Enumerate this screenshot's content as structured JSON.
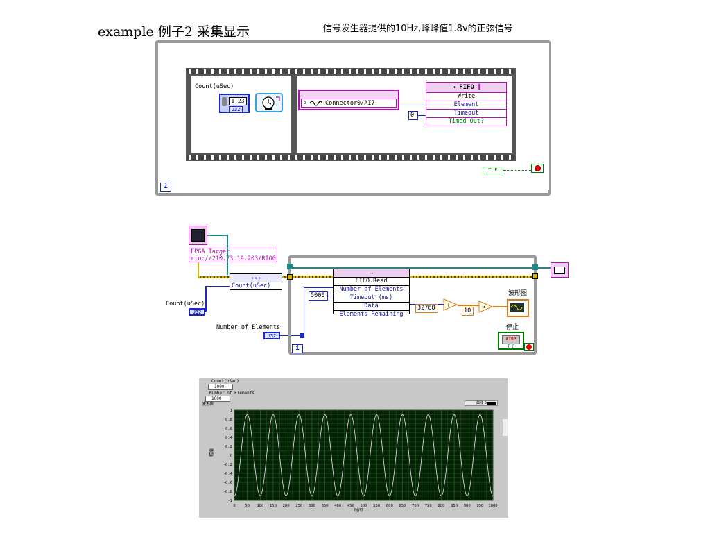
{
  "header": {
    "title": "example 例子2 采集显示",
    "subtitle": "信号发生器提供的10Hz,峰峰值1.8v的正弦信号"
  },
  "fpga_vi": {
    "count_label": "Count(uSec)",
    "numeric_value": "1.23",
    "u32": "U32",
    "io_node": "Connector0/AI7",
    "fifo_title": "FIFO",
    "fifo_rows": [
      "Write",
      "Element",
      "Timeout",
      "Timed Out?"
    ],
    "timeout_const": "0",
    "bool_const": "T F",
    "iter_label": "i"
  },
  "host_vi": {
    "fpga_target_label": "FPGA Target",
    "rio_address": "rio://210.73.19.203/RIO0",
    "count_label": "Count(uSec)",
    "count_port": "Count(uSec)",
    "u32": "U32",
    "number_of_elements_label": "Number of Elements",
    "fifo_read_rows": [
      "FIFO.Read",
      "Number of Elements",
      "Timeout (ms)",
      "Data",
      "Elements Remaining"
    ],
    "timeout_const": "5000",
    "divisor_const": "32768",
    "multiplier_const": "10",
    "waveform_label": "波形图",
    "stop_label": "停止",
    "stop_button": "STOP",
    "stop_tf": "T F",
    "iter_label": "i"
  },
  "front_panel": {
    "count_label": "Count(uSec)",
    "count_value": "1000",
    "elements_label": "Number of Elements",
    "elements_value": "1000",
    "graph_label": "波形图",
    "legend": "曲线 0",
    "y_axis_label": "幅值",
    "x_axis_label": "时间",
    "y_ticks": [
      "1",
      "0.8",
      "0.6",
      "0.4",
      "0.2",
      "0",
      "-0.2",
      "-0.4",
      "-0.6",
      "-0.8",
      "-1"
    ],
    "x_ticks": [
      "0",
      "50",
      "100",
      "150",
      "200",
      "250",
      "300",
      "350",
      "400",
      "450",
      "500",
      "550",
      "600",
      "650",
      "700",
      "750",
      "800",
      "850",
      "900",
      "950",
      "1000"
    ],
    "waveform": {
      "cycles": 10,
      "amplitude": 0.9,
      "x_range": [
        0,
        1000
      ],
      "y_range": [
        -1,
        1
      ]
    },
    "colors": {
      "plot_bg": "#062206",
      "grid": "#2f7a2f",
      "trace": "#e8e8e8"
    }
  }
}
